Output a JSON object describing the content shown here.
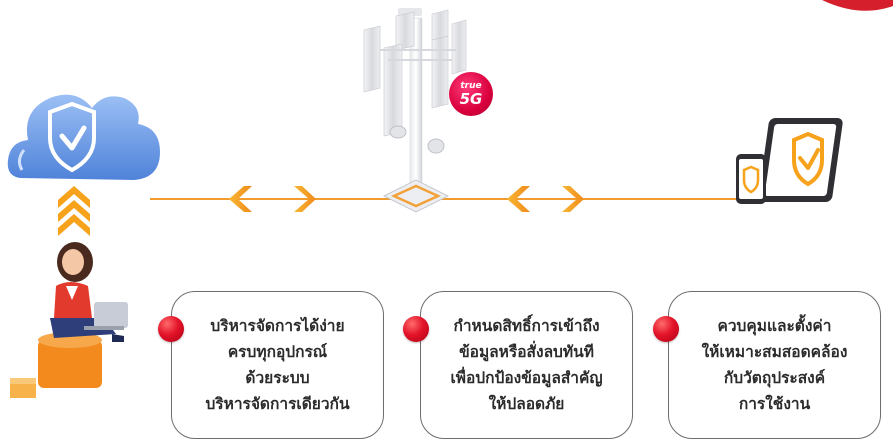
{
  "colors": {
    "connector": "#f29b2e",
    "chevron": "#f7a21b",
    "dot": "#e3142a",
    "cloud": "#6b9be6",
    "badge": "#d9003d",
    "card_border": "#6d6d6d"
  },
  "icons": [
    "cloud-shield-icon",
    "upload-chevrons-icon",
    "woman-with-laptop-icon",
    "5g-tower-icon",
    "phone-shield-icon",
    "tablet-shield-icon",
    "chevron-left-icon",
    "chevron-right-icon"
  ],
  "badge": {
    "brand": "true",
    "network": "5G"
  },
  "cards": [
    {
      "lines": [
        "บริหารจัดการได้ง่าย",
        "ครบทุกอุปกรณ์",
        "ด้วยระบบ",
        "บริหารจัดการเดียวกัน"
      ]
    },
    {
      "lines": [
        "กำหนดสิทธิ์การเข้าถึง",
        "ข้อมูลหรือสั่งลบทันที",
        "เพื่อปกป้องข้อมูลสำคัญ",
        "ให้ปลอดภัย"
      ]
    },
    {
      "lines": [
        "ควบคุมและตั้งค่า",
        "ให้เหมาะสมสอดคล้อง",
        "กับวัตถุประสงค์",
        "การใช้งาน"
      ]
    }
  ]
}
